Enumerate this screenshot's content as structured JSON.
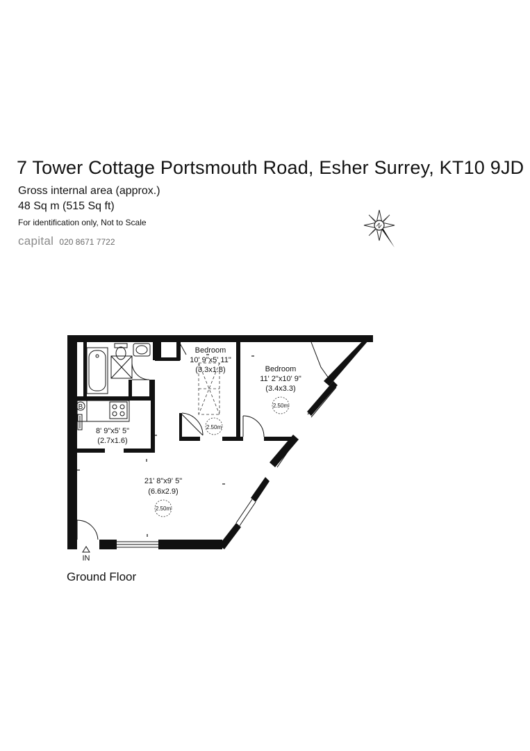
{
  "header": {
    "title": "7 Tower Cottage Portsmouth Road, Esher Surrey, KT10 9JD",
    "area_label": "Gross internal area (approx.)",
    "area_value": "48 Sq m (515 Sq ft)",
    "disclaimer": "For identification only, Not to Scale",
    "brand_name": "capital",
    "brand_phone": "020 8671 7722"
  },
  "compass": {
    "letter": "N"
  },
  "rooms": {
    "bedroom1": {
      "name": "Bedroom",
      "imperial": "10' 9\"x5' 11\"",
      "metric": "(3.3x1.8)",
      "height": "2.50m"
    },
    "bedroom2": {
      "name": "Bedroom",
      "imperial": "11' 2\"x10' 9\"",
      "metric": "(3.4x3.3)",
      "height": "2.50m"
    },
    "kitchen": {
      "imperial": "8' 9\"x5' 5\"",
      "metric": "(2.7x1.6)"
    },
    "living": {
      "imperial": "21' 8\"x9' 5\"",
      "metric": "(6.6x2.9)",
      "height": "2.50m"
    }
  },
  "boiler_label": "B",
  "entrance_label": "IN",
  "floor_label": "Ground Floor"
}
